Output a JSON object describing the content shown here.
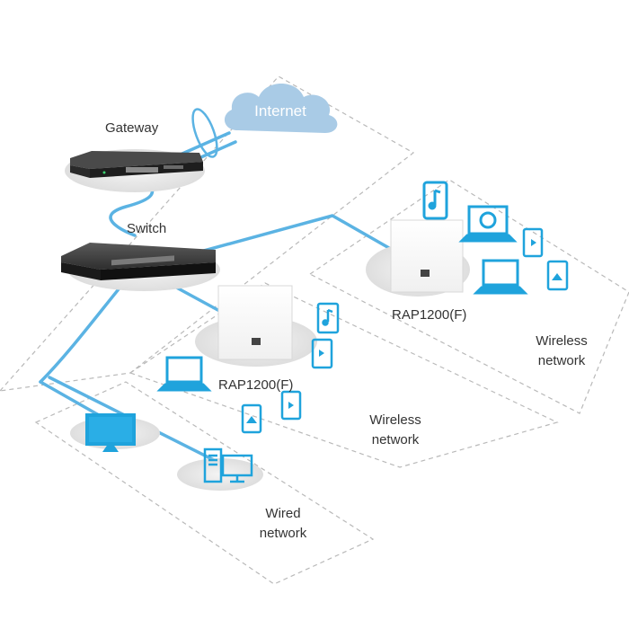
{
  "labels": {
    "internet": "Internet",
    "gateway": "Gateway",
    "switch": "Switch",
    "ap_right": "RAP1200(F)",
    "ap_left": "RAP1200(F)",
    "wireless_right": [
      "Wireless",
      "network"
    ],
    "wireless_left": [
      "Wireless",
      "network"
    ],
    "wired": [
      "Wired",
      "network"
    ]
  },
  "colors": {
    "link": "#5bb3e3",
    "icon": "#1fa3dc",
    "cloud": "#a9cbe6",
    "dashed": "#b9b9b9",
    "pad": "#e6e6e6"
  },
  "icons": [
    "internet-cloud",
    "gateway-router",
    "network-switch",
    "wall-access-point",
    "phone-music-icon",
    "laptop-browser-icon",
    "phone-video-icon",
    "laptop-icon",
    "phone-image-icon",
    "monitor-icon",
    "desktop-pc-icon"
  ]
}
